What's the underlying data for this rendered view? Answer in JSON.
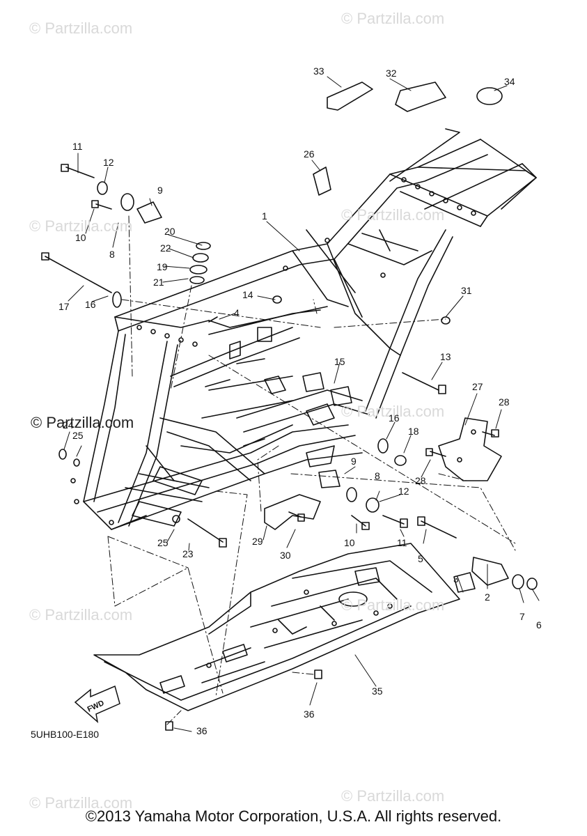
{
  "watermark": "© Partzilla.com",
  "diagram_code": "5UHB100-E180",
  "copyright": "©2013 Yamaha Motor Corporation, U.S.A. All rights reserved.",
  "fwd_label": "FWD",
  "callouts": [
    "1",
    "2",
    "3",
    "4",
    "5",
    "6",
    "7",
    "8",
    "9",
    "10",
    "11",
    "12",
    "13",
    "14",
    "15",
    "16",
    "17",
    "18",
    "19",
    "20",
    "21",
    "22",
    "23",
    "24",
    "25",
    "26",
    "27",
    "28",
    "29",
    "30",
    "31",
    "32",
    "33",
    "34",
    "35",
    "36"
  ],
  "callout_extra": {
    "c8b": "8",
    "c9b": "9",
    "c10b": "10",
    "c11b": "11",
    "c12b": "12",
    "c16b": "16",
    "c25b": "25",
    "c28b": "28",
    "c36b": "36"
  }
}
